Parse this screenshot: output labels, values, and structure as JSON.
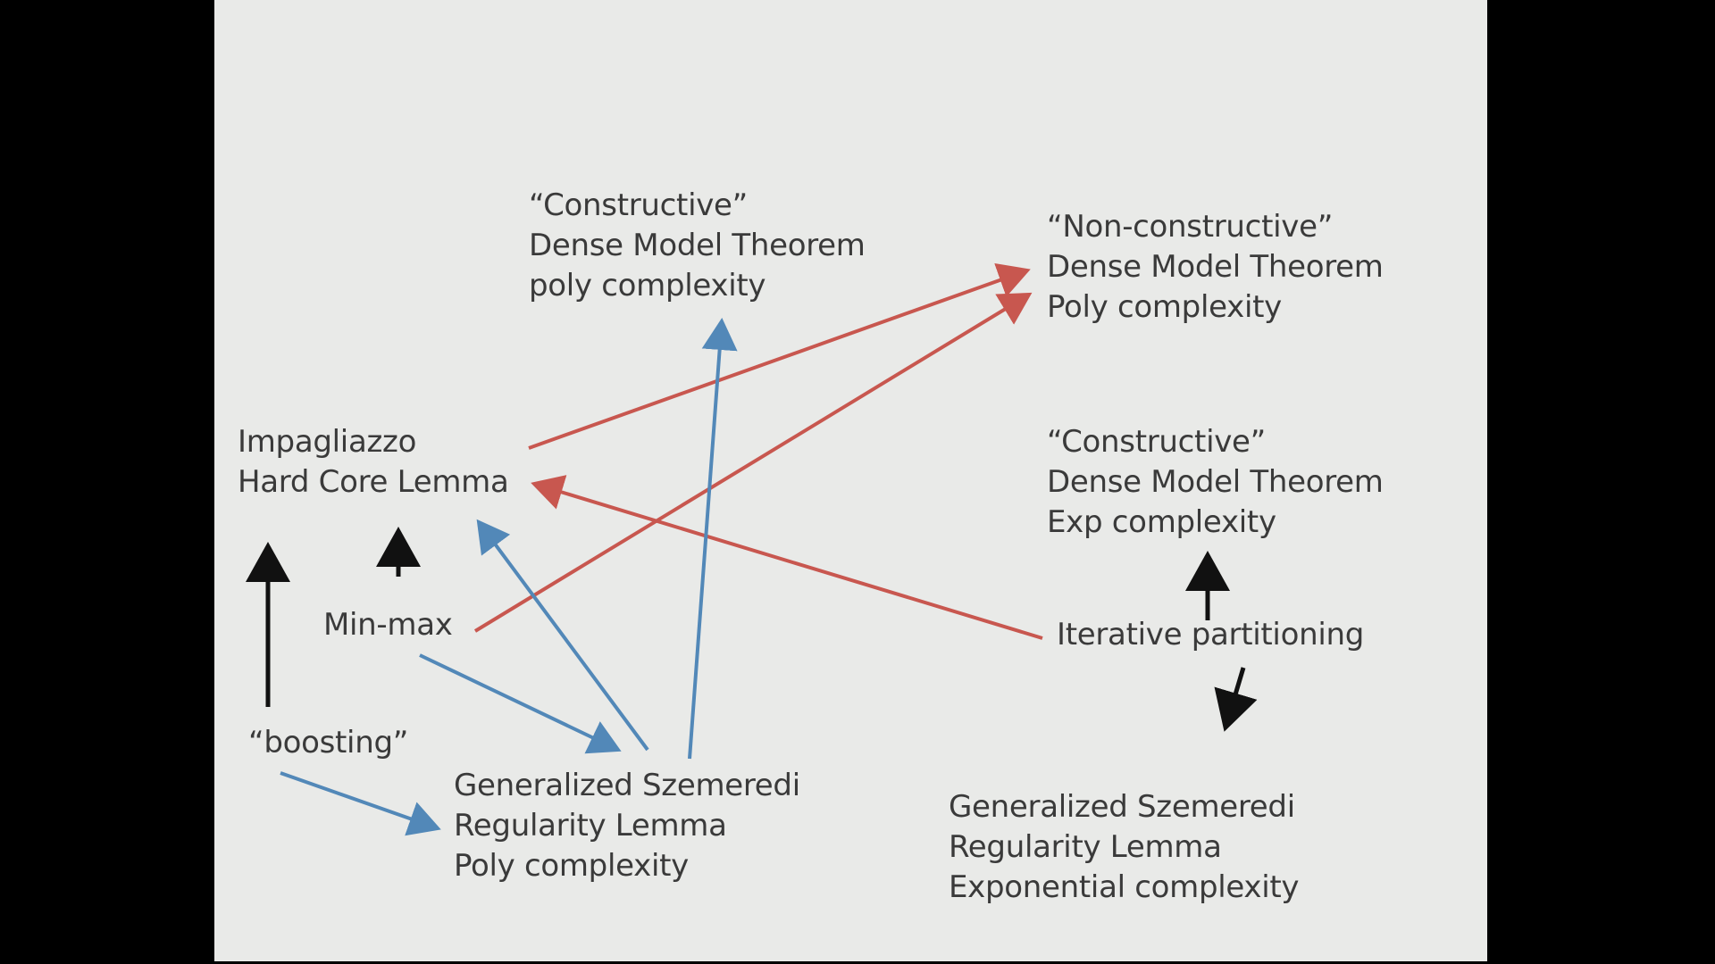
{
  "nodes": {
    "constructive_poly": [
      "“Constructive”",
      "Dense Model Theorem",
      "poly complexity"
    ],
    "nonconstructive_poly": [
      "“Non-constructive”",
      "Dense Model Theorem",
      "Poly complexity"
    ],
    "hard_core": [
      "Impagliazzo",
      "Hard Core Lemma"
    ],
    "constructive_exp": [
      "“Constructive”",
      "Dense Model Theorem",
      "Exp complexity"
    ],
    "minmax": "Min-max",
    "iterative": "Iterative partitioning",
    "boosting": "“boosting”",
    "szemeredi_poly": [
      "Generalized Szemeredi",
      "Regularity Lemma",
      "Poly complexity"
    ],
    "szemeredi_exp": [
      "Generalized Szemeredi",
      "Regularity Lemma",
      "Exponential complexity"
    ]
  },
  "colors": {
    "red": "#c8574f",
    "blue": "#5288b8",
    "black": "#111111",
    "text": "#3a3a3a",
    "slide": "#e9eae8",
    "frame": "#000000"
  }
}
